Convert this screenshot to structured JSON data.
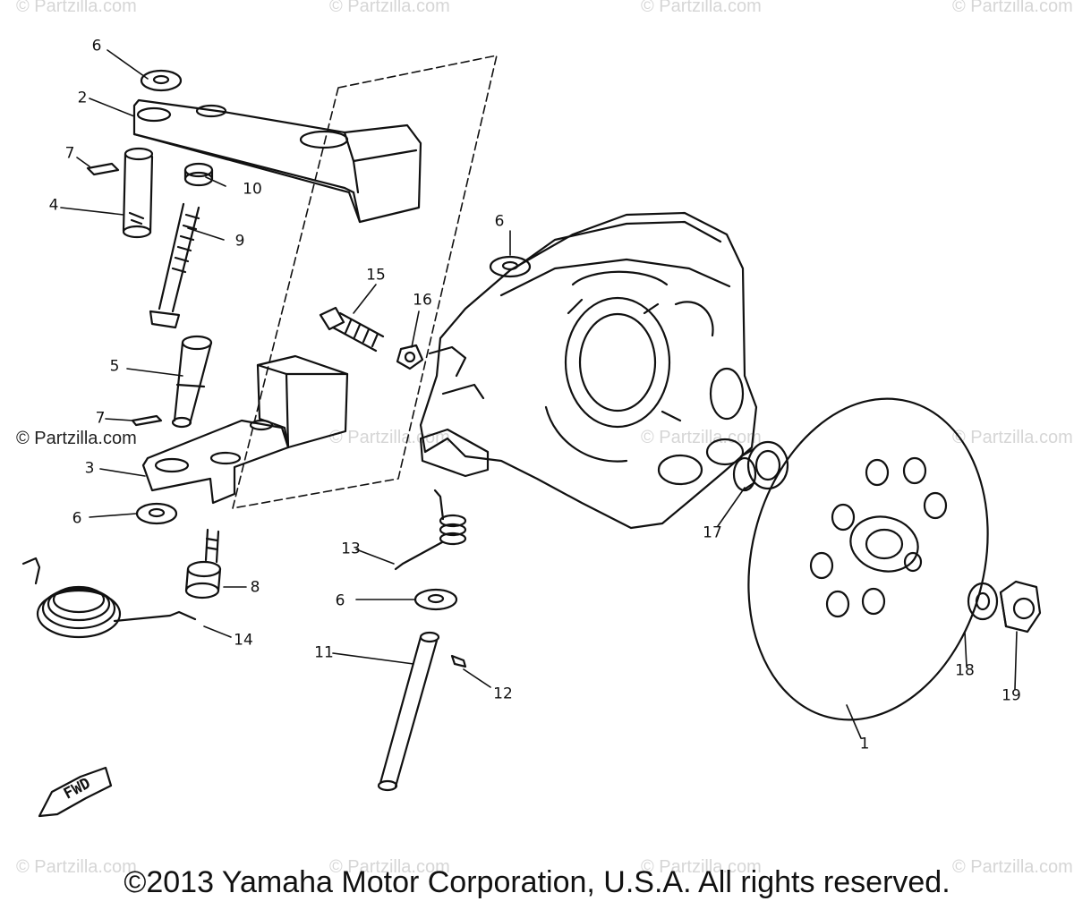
{
  "watermarks": {
    "faint": "© Partzilla.com",
    "dark": "© Partzilla.com"
  },
  "copyright": "©2013 Yamaha Motor Corporation, U.S.A. All rights reserved.",
  "fwd_label": "FWD",
  "callouts": {
    "c1": "1",
    "c2": "2",
    "c3": "3",
    "c4": "4",
    "c5": "5",
    "c6a": "6",
    "c6b": "6",
    "c6c": "6",
    "c6d": "6",
    "c7a": "7",
    "c7b": "7",
    "c8": "8",
    "c9": "9",
    "c10": "10",
    "c11": "11",
    "c12": "12",
    "c13": "13",
    "c14": "14",
    "c15": "15",
    "c16": "16",
    "c17": "17",
    "c18": "18",
    "c19": "19"
  },
  "colors": {
    "ink": "#111111",
    "watermark": "#d6d6d6"
  }
}
